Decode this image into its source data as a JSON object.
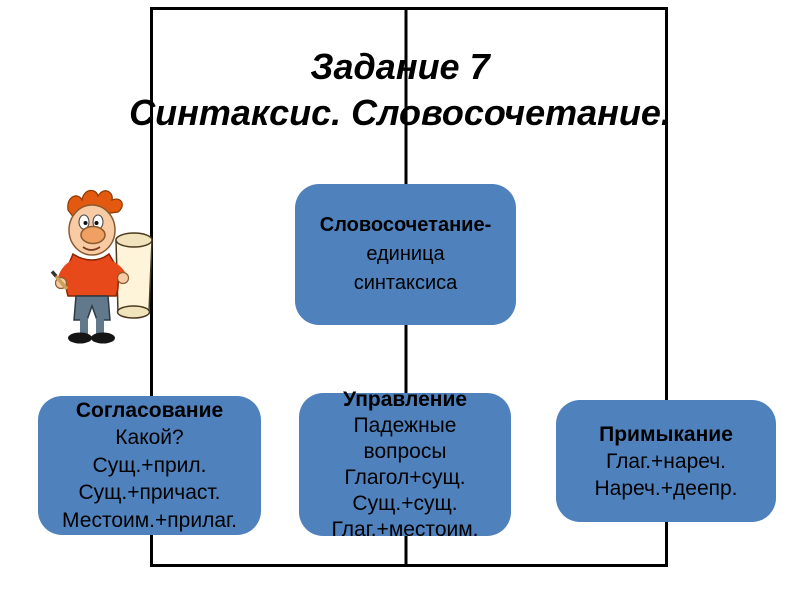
{
  "title": {
    "line1": "Задание 7",
    "line2": "Синтаксис. Словосочетание."
  },
  "nodes": {
    "definition": {
      "title": "Словосочетание-",
      "lines": [
        "единица",
        "синтаксиса"
      ]
    },
    "agreement": {
      "title": "Согласование",
      "lines": [
        "Какой?",
        "Сущ.+прил.",
        "Сущ.+причаст.",
        "Местоим.+прилаг."
      ]
    },
    "government": {
      "title": "Управление",
      "lines": [
        "Падежные",
        "вопросы",
        "Глагол+сущ.",
        "Сущ.+сущ.",
        "Глаг.+местоим."
      ]
    },
    "adjunction": {
      "title": "Примыкание",
      "lines": [
        "Глаг.+нареч.",
        "Нареч.+деепр."
      ]
    }
  },
  "icons": {
    "cartoon": "cartoon-man-with-scroll-icon"
  },
  "colors": {
    "node_fill": "#4f81bd",
    "line": "#000000",
    "text": "#000000"
  }
}
